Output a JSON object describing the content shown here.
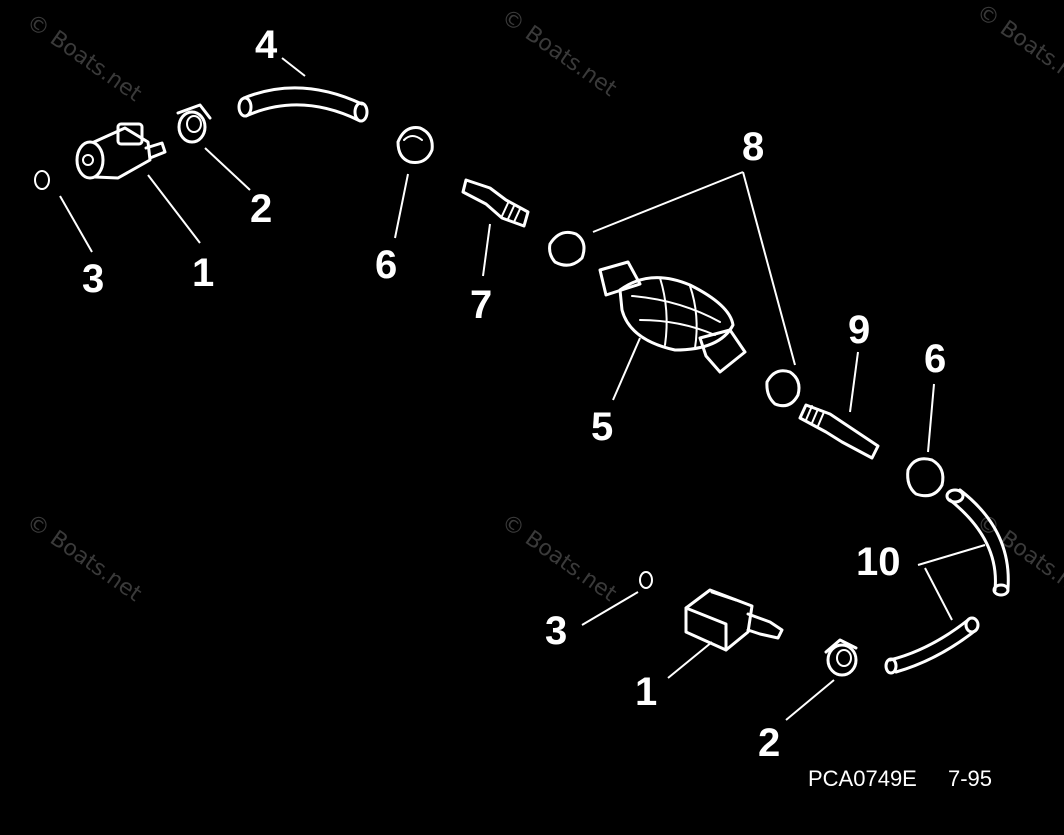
{
  "watermark": {
    "text": "© Boats.net",
    "color": "#3a3a3a"
  },
  "callouts": {
    "c1a": "1",
    "c2a": "2",
    "c3a": "3",
    "c4": "4",
    "c6a": "6",
    "c7": "7",
    "c8": "8",
    "c5": "5",
    "c9": "9",
    "c6b": "6",
    "c10": "10",
    "c3b": "3",
    "c1b": "1",
    "c2b": "2"
  },
  "footer": {
    "drawing_code": "PCA0749E",
    "revision": "7-95"
  },
  "colors": {
    "background": "#000000",
    "linework": "#ffffff"
  }
}
